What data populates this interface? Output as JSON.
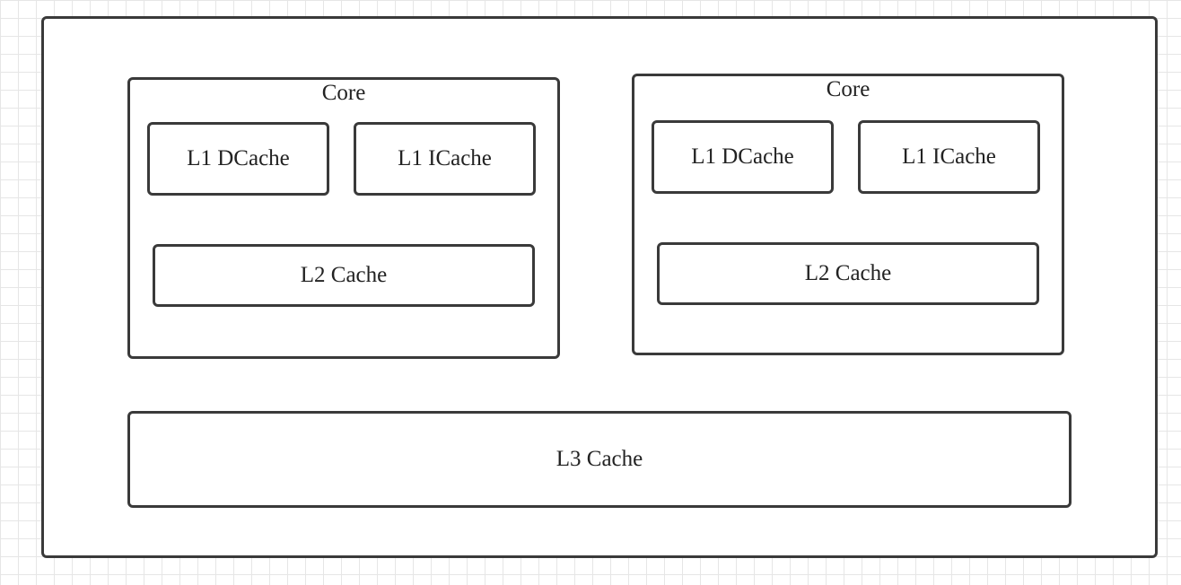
{
  "diagram": {
    "cores": [
      {
        "title": "Core",
        "l1_dcache": "L1 DCache",
        "l1_icache": "L1 ICache",
        "l2_cache": "L2 Cache"
      },
      {
        "title": "Core",
        "l1_dcache": "L1 DCache",
        "l1_icache": "L1 ICache",
        "l2_cache": "L2 Cache"
      }
    ],
    "l3_cache": "L3 Cache"
  }
}
